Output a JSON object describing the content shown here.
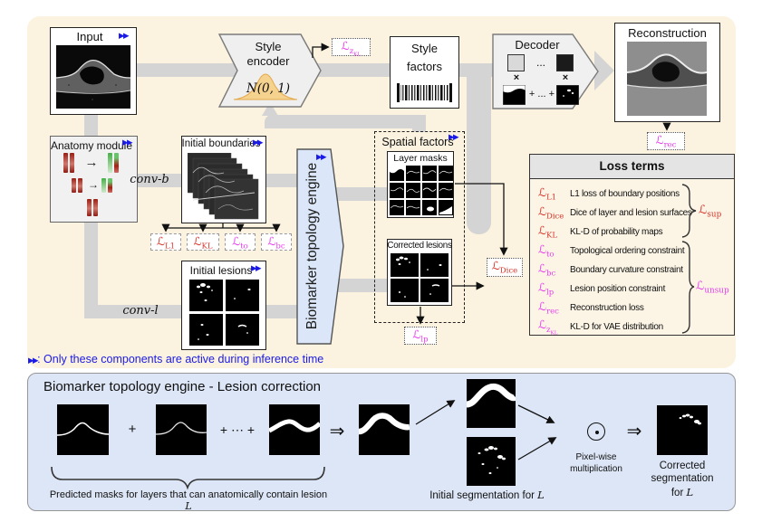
{
  "colors": {
    "red": "#d93127",
    "magenta": "#e83cec",
    "blue": "#1a1ae6",
    "cream": "#fbf2df",
    "panel_blue": "#dde6f6",
    "connector": "#d4d4d4"
  },
  "icons": {
    "active": "▶▶"
  },
  "top": {
    "input": {
      "label": "Input"
    },
    "anatomy": {
      "label": "Anatomy module",
      "arrow": "→"
    },
    "style_encoder": {
      "label_line1": "Style",
      "label_line2": "encoder",
      "dist": "N(0, 1)"
    },
    "style_factors": {
      "label_line1": "Style",
      "label_line2": "factors"
    },
    "decoder": {
      "label": "Decoder",
      "dots": "...",
      "times": "×",
      "plus": "+ ... +"
    },
    "reconstruction": {
      "label": "Reconstruction"
    },
    "conv_b": "conv-b",
    "conv_l": "conv-l",
    "initial_boundaries": {
      "label": "Initial boundaries"
    },
    "initial_lesions": {
      "label": "Initial lesions"
    },
    "engine": {
      "label": "Biomarker topology engine"
    },
    "spatial": {
      "label": "Spatial factors",
      "layer_masks": "Layer masks",
      "corrected_lesions": "Corrected lesions"
    },
    "losses": {
      "zkl": {
        "base": "ℒ",
        "sub": "z",
        "subsub": "KL"
      },
      "rec": {
        "base": "ℒ",
        "sub": "rec"
      },
      "l1": {
        "base": "ℒ",
        "sub": "L1"
      },
      "kl": {
        "base": "ℒ",
        "sub": "KL"
      },
      "to": {
        "base": "ℒ",
        "sub": "to"
      },
      "bc": {
        "base": "ℒ",
        "sub": "bc"
      },
      "dice": {
        "base": "ℒ",
        "sub": "Dice"
      },
      "lp": {
        "base": "ℒ",
        "sub": "lp"
      }
    },
    "note": ": Only these components are active during inference time"
  },
  "loss_table": {
    "title": "Loss terms",
    "rows": [
      {
        "sym": {
          "base": "ℒ",
          "sub": "L1"
        },
        "desc": "L1 loss of boundary positions",
        "color": "#d93127"
      },
      {
        "sym": {
          "base": "ℒ",
          "sub": "Dice"
        },
        "desc": "Dice of layer and lesion surfaces",
        "color": "#d93127"
      },
      {
        "sym": {
          "base": "ℒ",
          "sub": "KL"
        },
        "desc": "KL-D of probability maps",
        "color": "#d93127"
      },
      {
        "sym": {
          "base": "ℒ",
          "sub": "to"
        },
        "desc": "Topological ordering constraint",
        "color": "#e83cec"
      },
      {
        "sym": {
          "base": "ℒ",
          "sub": "bc"
        },
        "desc": "Boundary curvature constraint",
        "color": "#e83cec"
      },
      {
        "sym": {
          "base": "ℒ",
          "sub": "lp"
        },
        "desc": "Lesion position constraint",
        "color": "#e83cec"
      },
      {
        "sym": {
          "base": "ℒ",
          "sub": "rec"
        },
        "desc": "Reconstruction loss",
        "color": "#e83cec"
      },
      {
        "sym": {
          "base": "ℒ",
          "sub": "z",
          "subsub": "KL"
        },
        "desc": "KL-D for VAE distribution",
        "color": "#e83cec"
      }
    ],
    "sup": {
      "base": "ℒ",
      "sub": "sup"
    },
    "unsup": {
      "base": "ℒ",
      "sub": "unsup"
    }
  },
  "bottom": {
    "title": "Biomarker topology engine - Lesion correction",
    "plus": "+",
    "plus_dots": "+ ⋯ +",
    "implies": "⇒",
    "pixelwise_line1": "Pixel-wise",
    "pixelwise_line2": "multiplication",
    "brace_label_prefix": "Predicted masks for layers that can anatomically contain lesion ",
    "brace_label_var": "L",
    "init_seg_prefix": "Initial segmentation for ",
    "init_seg_var": "L",
    "corrected_line1": "Corrected",
    "corrected_line2": "segmentation",
    "corrected_line3": "for ",
    "corrected_var": "L"
  }
}
